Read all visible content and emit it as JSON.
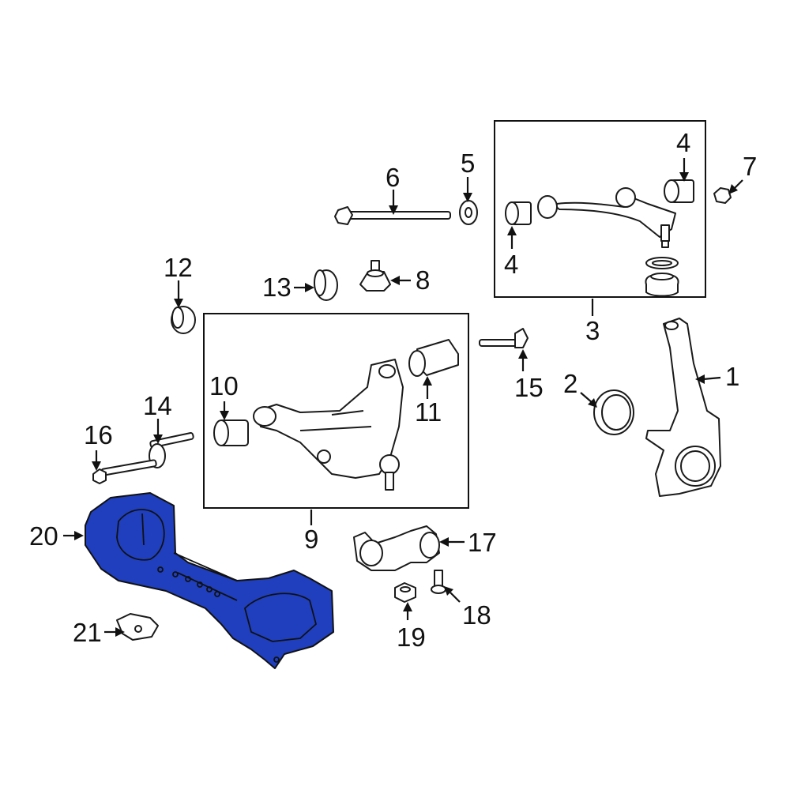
{
  "diagram": {
    "highlight_color": "#1f3fbf",
    "callouts": {
      "c1": "1",
      "c2": "2",
      "c3": "3",
      "c4a": "4",
      "c4b": "4",
      "c5": "5",
      "c6": "6",
      "c7": "7",
      "c8": "8",
      "c9": "9",
      "c10": "10",
      "c11": "11",
      "c12": "12",
      "c13": "13",
      "c14": "14",
      "c15": "15",
      "c16": "16",
      "c17": "17",
      "c18": "18",
      "c19": "19",
      "c20": "20",
      "c21": "21"
    }
  }
}
